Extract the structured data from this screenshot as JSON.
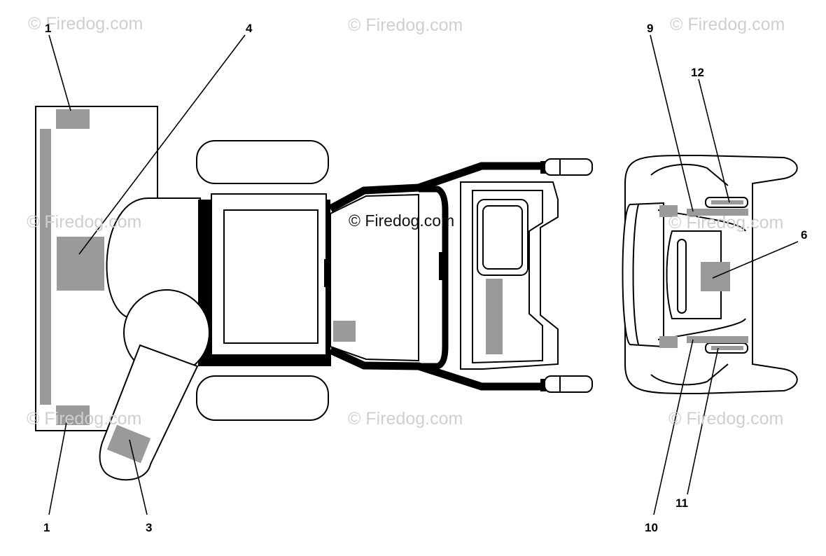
{
  "watermark": {
    "text": "© Firedog.com"
  },
  "callouts": {
    "c1_top": "1",
    "c1_bottom": "1",
    "c3": "3",
    "c4": "4",
    "c6": "6",
    "c9": "9",
    "c10": "10",
    "c11": "11",
    "c12": "12"
  },
  "colors": {
    "line": "#000000",
    "decal": "#9a9a9a",
    "watermark": "#cfcfcf",
    "background": "#ffffff"
  }
}
